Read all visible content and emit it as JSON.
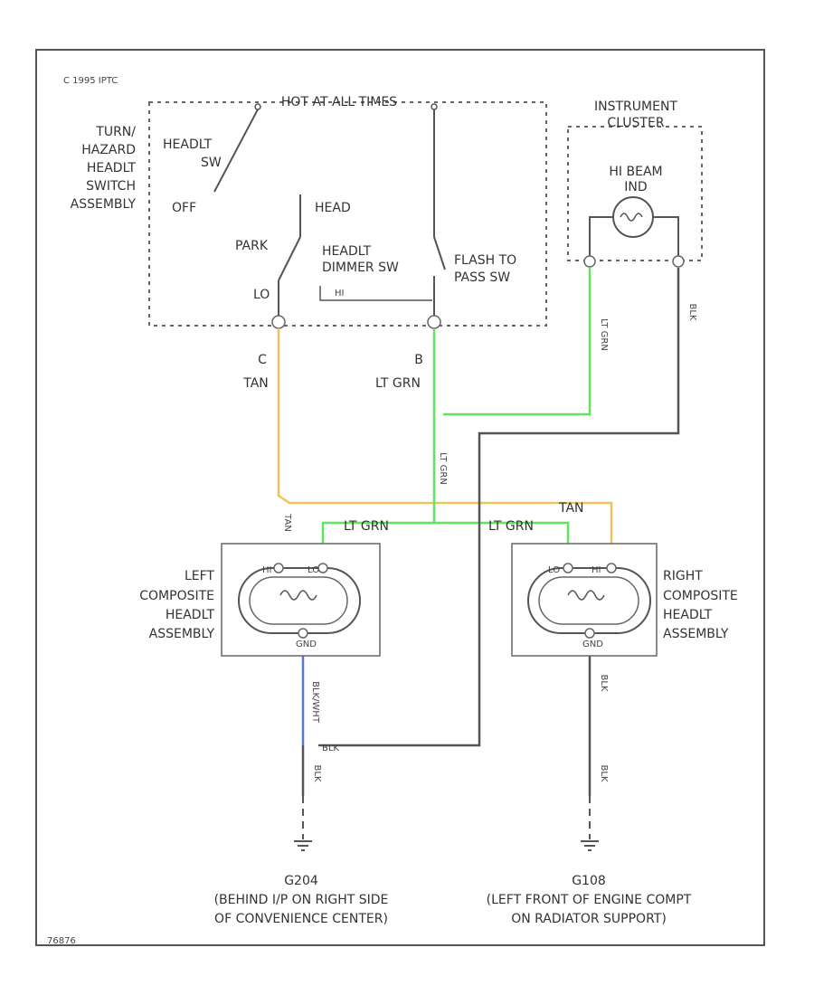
{
  "copyright": "C 1995 IPTC",
  "footer_code": "76876",
  "hot_label": "HOT AT ALL TIMES",
  "switch_assembly": [
    "TURN/",
    "HAZARD",
    "HEADLT",
    "SWITCH",
    "ASSEMBLY"
  ],
  "headlt_sw": [
    "HEADLT",
    "SW"
  ],
  "positions": {
    "off": "OFF",
    "head": "HEAD",
    "park": "PARK",
    "lo": "LO",
    "hi": "HI"
  },
  "dimmer_sw": [
    "HEADLT",
    "DIMMER SW"
  ],
  "flash_sw": [
    "FLASH TO",
    "PASS SW"
  ],
  "instrument_cluster": [
    "INSTRUMENT",
    "CLUSTER"
  ],
  "hi_beam": [
    "HI BEAM",
    "IND"
  ],
  "connectors": {
    "c": "C",
    "b": "B"
  },
  "wires": {
    "tan": "TAN",
    "lt_grn": "LT GRN",
    "blk": "BLK",
    "lt_grn_v": "LT GRN",
    "blk_v": "BLK",
    "blk_wht": "BLK/WHT"
  },
  "lamp_pins": {
    "hi": "HI",
    "lo": "LO",
    "gnd": "GND"
  },
  "left_headlamp": [
    "LEFT",
    "COMPOSITE",
    "HEADLT",
    "ASSEMBLY"
  ],
  "right_headlamp": [
    "RIGHT",
    "COMPOSITE",
    "HEADLT",
    "ASSEMBLY"
  ],
  "ground_left": {
    "id": "G204",
    "line1": "(BEHIND I/P ON RIGHT SIDE",
    "line2": "OF CONVENIENCE CENTER)"
  },
  "ground_right": {
    "id": "G108",
    "line1": "(LEFT FRONT OF ENGINE COMPT",
    "line2": "ON RADIATOR SUPPORT)"
  },
  "colors": {
    "tan": "#f2c25a",
    "lt_grn": "#5ee65e",
    "blk": "#555555",
    "blk_wht": "#5577cc"
  }
}
